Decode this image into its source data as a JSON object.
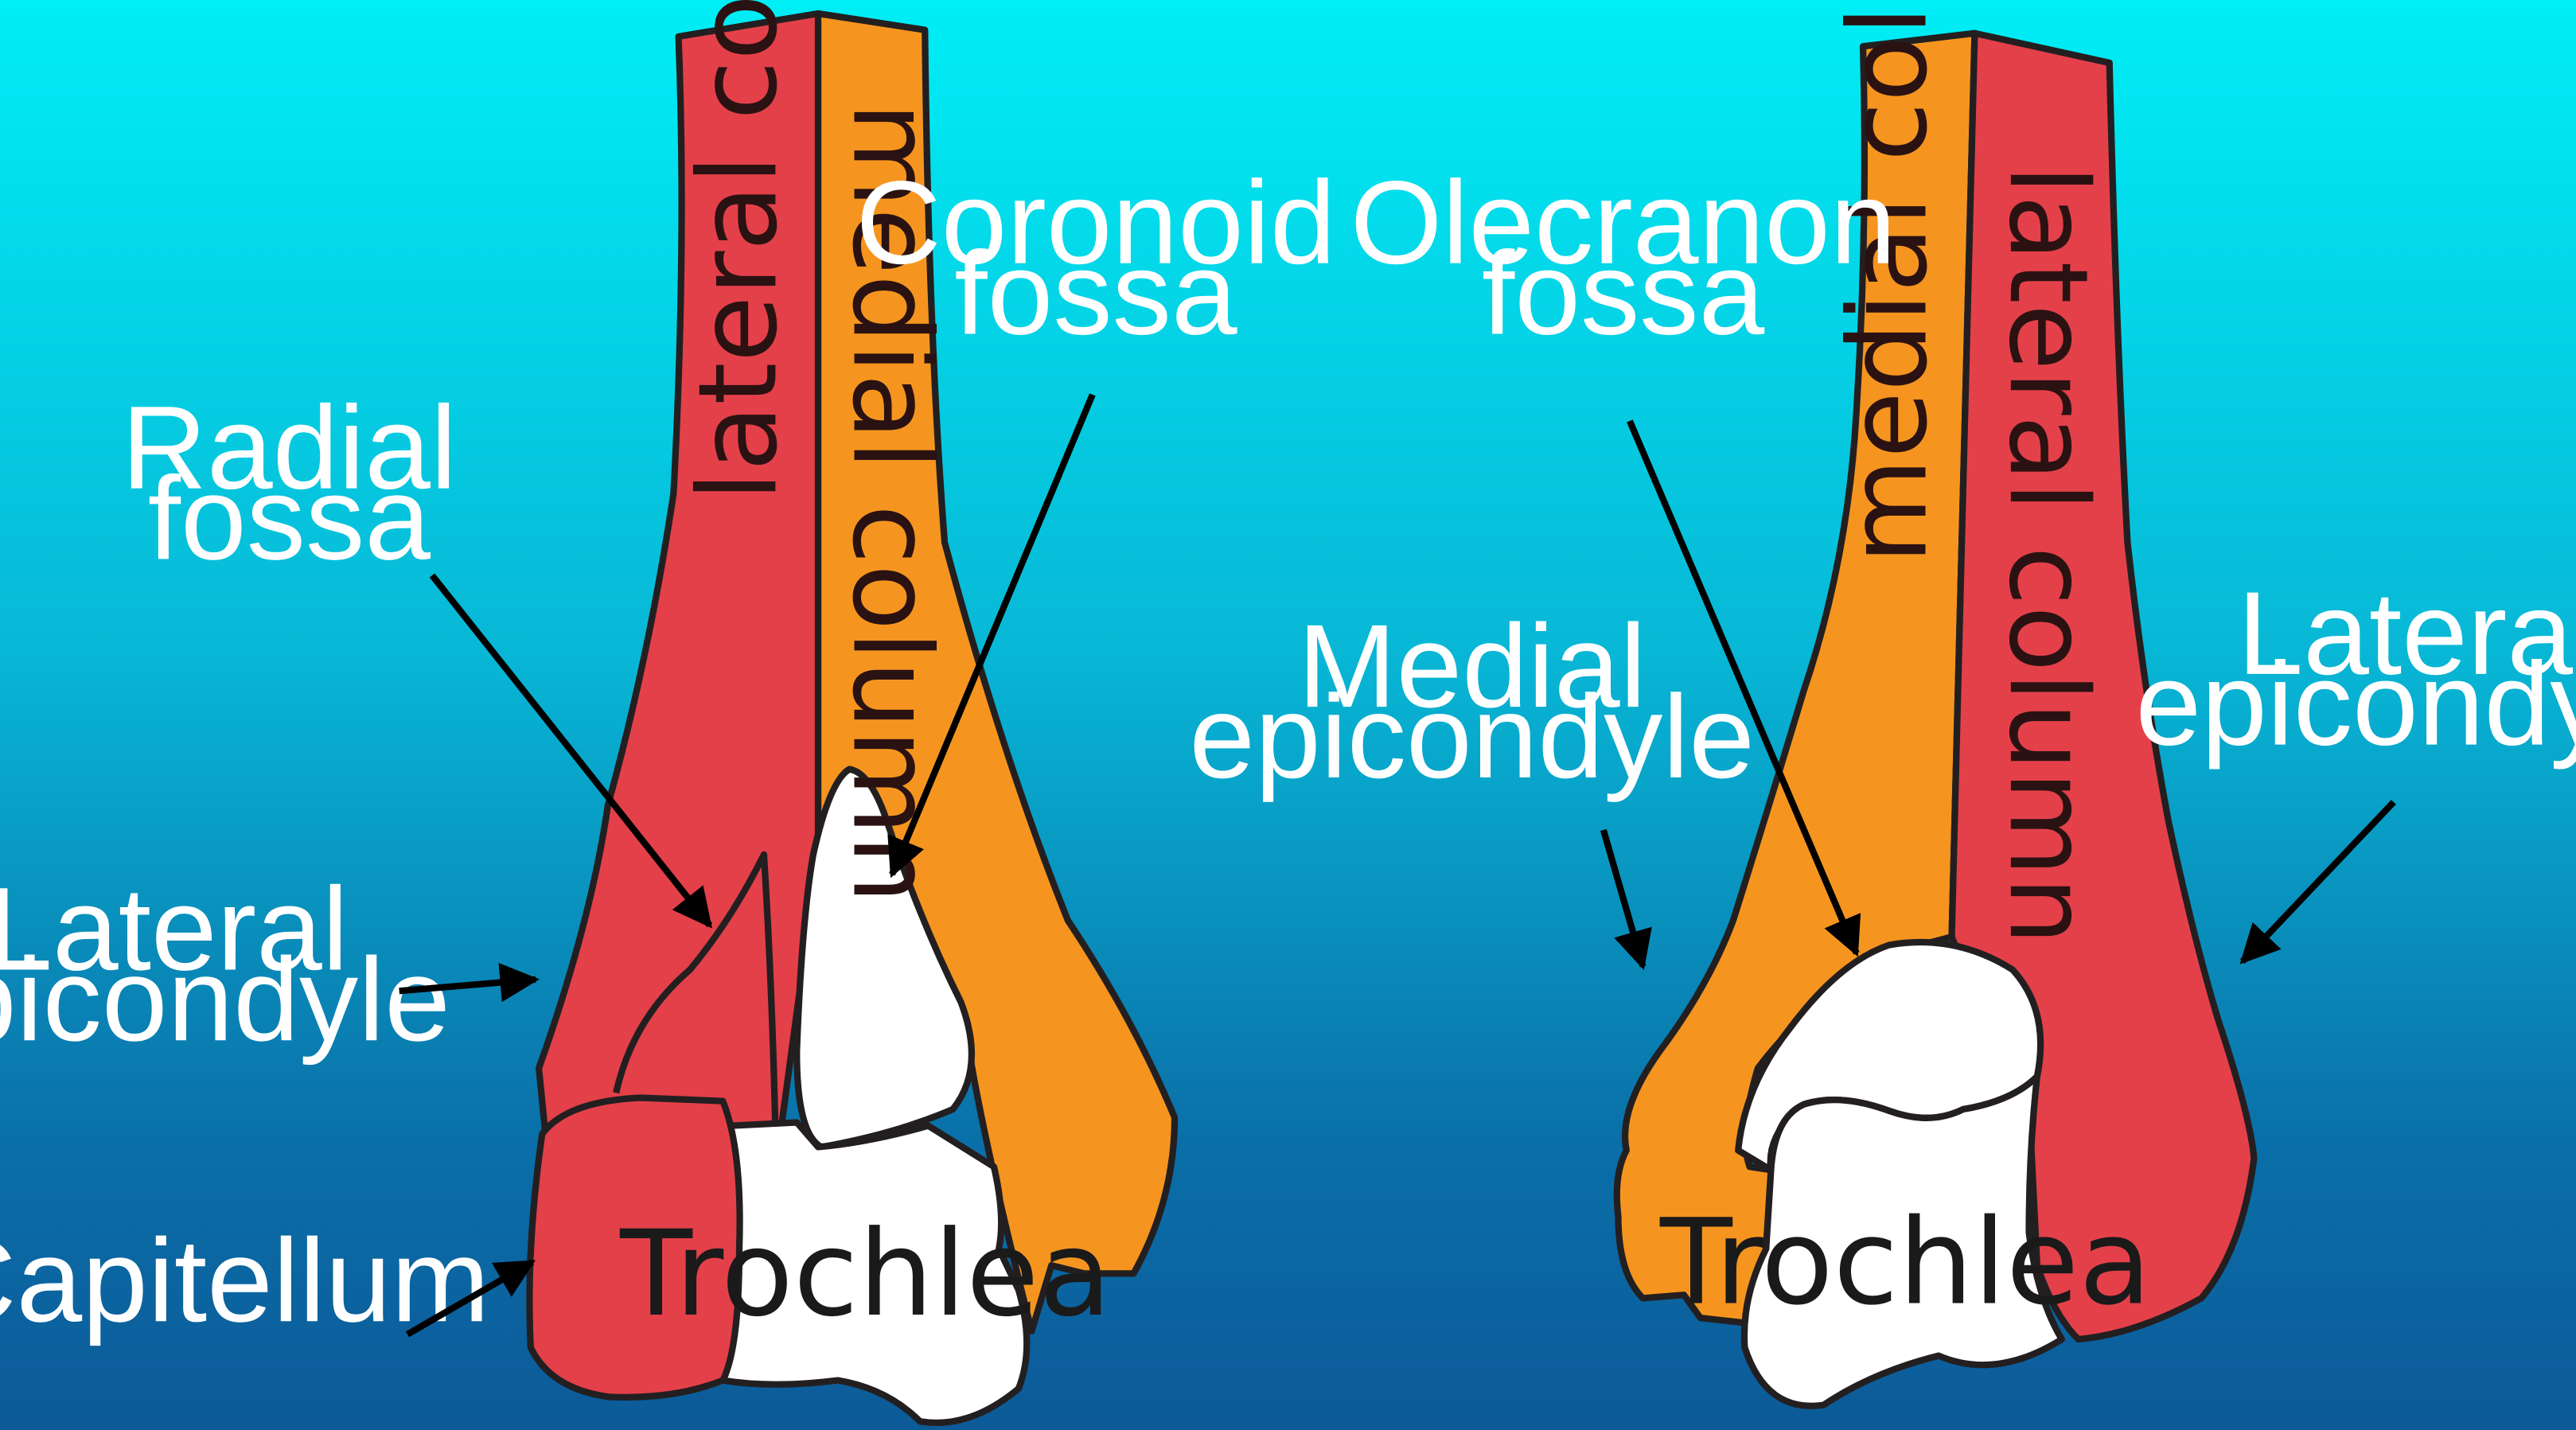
{
  "colors": {
    "lateral_column": "#e4404a",
    "medial_column": "#f5951f",
    "articular_surface": "#ffffff",
    "background_top": "#00eef6",
    "background_bottom": "#0c5a98"
  },
  "anterior_view": {
    "column_labels": {
      "lateral": "lateral column",
      "medial": "medial column"
    },
    "trochlea": "Trochlea",
    "labels": {
      "coronoid_1": "Coronoid",
      "coronoid_2": "fossa",
      "radial_1": "Radial",
      "radial_2": "fossa",
      "lateral_epi_1": "Lateral",
      "lateral_epi_2": "epicondyle",
      "capitellum": "Capitellum"
    }
  },
  "posterior_view": {
    "column_labels": {
      "medial": "medial column",
      "lateral": "lateral column"
    },
    "trochlea": "Trochlea",
    "labels": {
      "olecranon_1": "Olecranon",
      "olecranon_2": "fossa",
      "medial_epi_1": "Medial",
      "medial_epi_2": "epicondyle",
      "lateral_epi_1": "Lateral",
      "lateral_epi_2": "epicondyle"
    }
  }
}
